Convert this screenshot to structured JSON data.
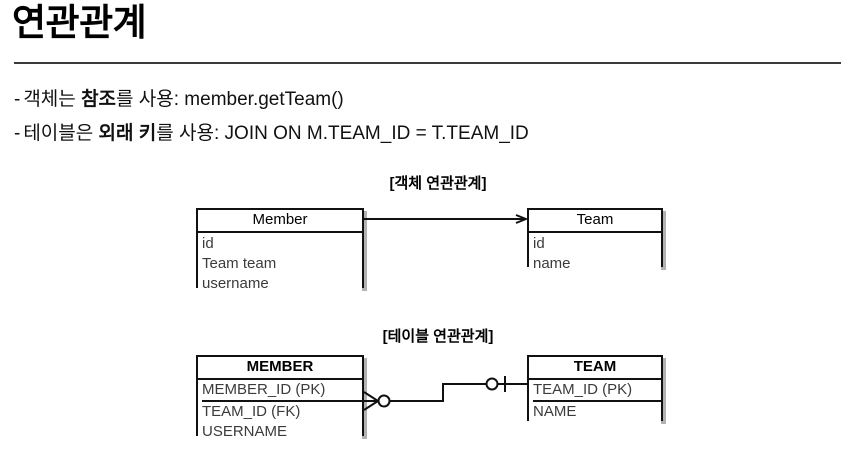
{
  "slide": {
    "title": "연관관계",
    "bullets": [
      {
        "dash": "-",
        "pre": "객체는 ",
        "strong": "참조",
        "post": "를 사용: member.getTeam()"
      },
      {
        "dash": "-",
        "pre": "테이블은 ",
        "strong": "외래 키",
        "post": "를 사용: JOIN ON M.TEAM_ID = T.TEAM_ID"
      }
    ]
  },
  "object_diagram": {
    "label": "[객체 연관관계]",
    "member": {
      "name": "Member",
      "fields": [
        "id",
        "Team team",
        "username"
      ]
    },
    "team": {
      "name": "Team",
      "fields": [
        "id",
        "name"
      ]
    },
    "relation": "arrow-reference"
  },
  "table_diagram": {
    "label": "[테이블 연관관계]",
    "member": {
      "name": "MEMBER",
      "pk_row": "MEMBER_ID (PK)",
      "fields": [
        "TEAM_ID (FK)",
        "USERNAME"
      ]
    },
    "team": {
      "name": "TEAM",
      "pk_row": "TEAM_ID (PK)",
      "fields": [
        "NAME"
      ]
    },
    "relation": "crowsfoot-zero-or-many-to-zero-or-one"
  },
  "colors": {
    "background": "#ffffff",
    "text": "#000000",
    "field_text": "#3b3b3b",
    "rule": "#3a3a3a",
    "border": "#111111"
  }
}
